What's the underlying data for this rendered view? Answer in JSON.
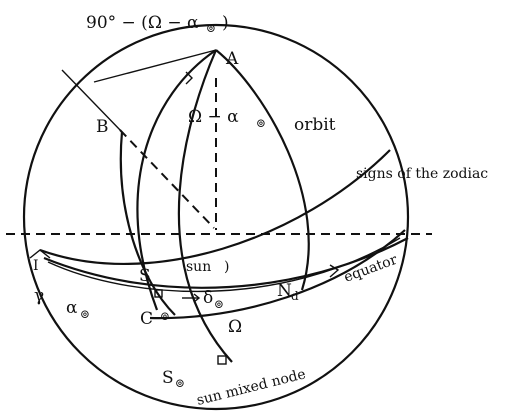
{
  "labels": {
    "top_formula": "90° − (Ω − α",
    "top_sub": "⊚",
    "top_close": ")",
    "point_A": "A",
    "point_B": "B",
    "point_S": "S",
    "point_C": "C",
    "omega_minus_alpha": "Ω − α",
    "oma_sub": "⊚",
    "orbit": "orbit",
    "zodiac": "signs of the zodiac",
    "sun": "sun",
    "sun_paren": ")",
    "gamma": "γ",
    "alpha_sun": "α",
    "alpha_sub": "⊚",
    "delta_sun": "δ",
    "delta_sub": "⊚",
    "node": "N",
    "node_sub": "d",
    "equator": "equator",
    "omega": "Ω",
    "s_sun": "S",
    "s_sub": "⊚",
    "mixed_node": "sun mixed node",
    "mark_i": "I",
    "mark_c_sub": "⊚"
  }
}
